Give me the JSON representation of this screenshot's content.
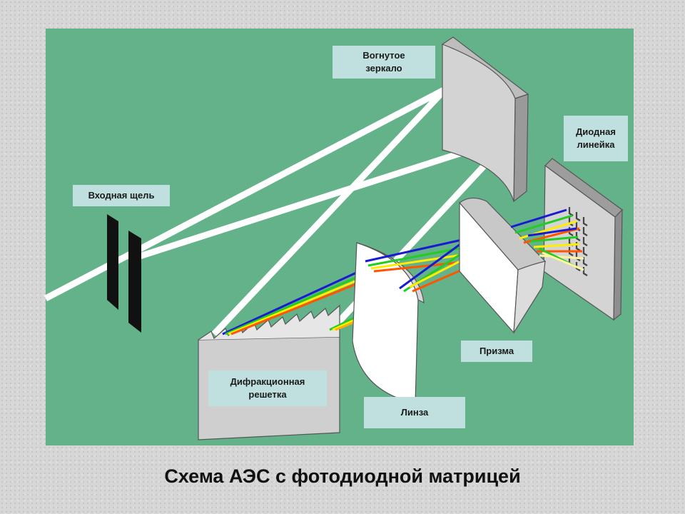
{
  "labels": {
    "mirror": "Вогнутое\nзеркало",
    "diode": "Диодная\nлинейка",
    "slit": "Входная щель",
    "grating": "Дифракционная\nрешетка",
    "lens": "Линза",
    "prism": "Призма"
  },
  "caption": "Схема АЭС с фотодиодной матрицей",
  "colors": {
    "panel": "#63b28a",
    "label_bg": "#bfe0df",
    "beam": "#ffffff",
    "optics": "#d0d0d0",
    "spectrum": [
      "#1a1ad0",
      "#22cc22",
      "#ffee00",
      "#ffb000",
      "#ff5500",
      "#fff4a0"
    ]
  }
}
